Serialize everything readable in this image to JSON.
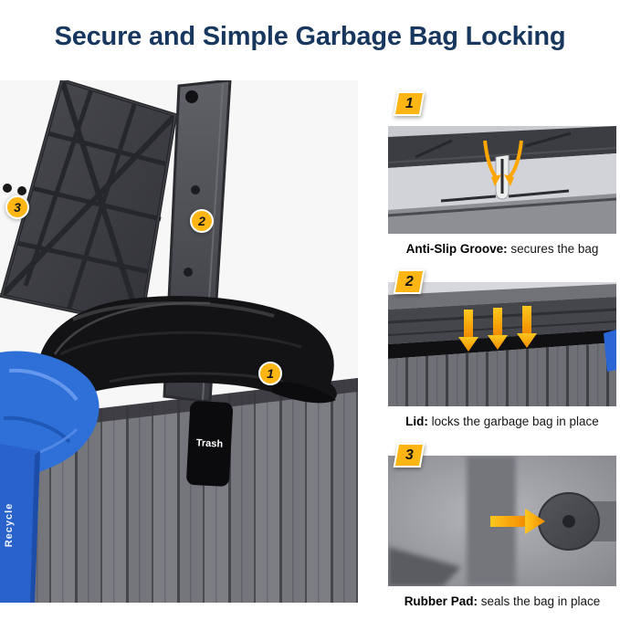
{
  "title": "Secure and Simple Garbage Bag Locking",
  "colors": {
    "title_navy": "#17375E",
    "accent_yellow": "#FFB514",
    "arrow_orange": "#F28C00",
    "recycle_blue": "#2B66D6"
  },
  "main_photo": {
    "badges": [
      "1",
      "2",
      "3"
    ],
    "trash_label": "Trash",
    "recycle_label": "Recycle"
  },
  "steps": [
    {
      "num": "1",
      "label": "Anti-Slip Groove:",
      "text": " secures the bag"
    },
    {
      "num": "2",
      "label": "Lid:",
      "text": " locks the garbage bag in place"
    },
    {
      "num": "3",
      "label": "Rubber Pad:",
      "text": " seals the bag in place"
    }
  ]
}
